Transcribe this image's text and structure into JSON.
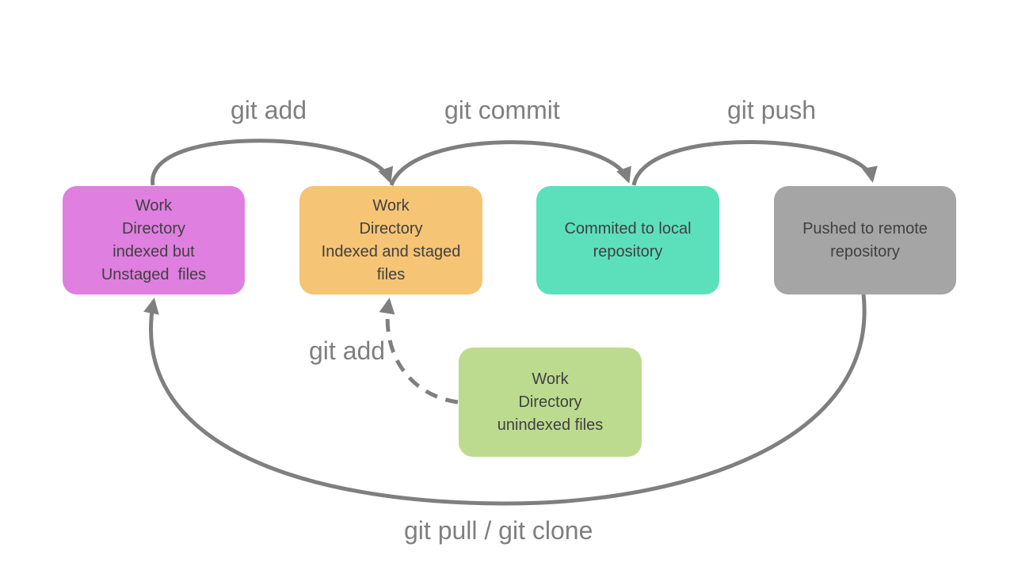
{
  "nodes": {
    "unstaged": {
      "lines": [
        "Work",
        "Directory",
        "indexed but",
        "Unstaged  files"
      ],
      "color": "#df7fe0"
    },
    "staged": {
      "lines": [
        "Work",
        "Directory",
        "Indexed and staged",
        "files"
      ],
      "color": "#f6c475"
    },
    "committed": {
      "lines": [
        "Commited to local",
        "repository"
      ],
      "color": "#5ce0bc"
    },
    "pushed": {
      "lines": [
        "Pushed to remote",
        "repository"
      ],
      "color": "#a5a5a5"
    },
    "unindexed": {
      "lines": [
        "Work",
        "Directory",
        "unindexed files"
      ],
      "color": "#bcdb8f"
    }
  },
  "edges": {
    "add_top": "git add",
    "commit": "git commit",
    "push": "git push",
    "add_dashed": "git add",
    "pull_clone": "git pull / git clone"
  },
  "colors": {
    "arrow": "#7f7f7f",
    "label": "#7f7f7f",
    "box_text": "#404040"
  }
}
